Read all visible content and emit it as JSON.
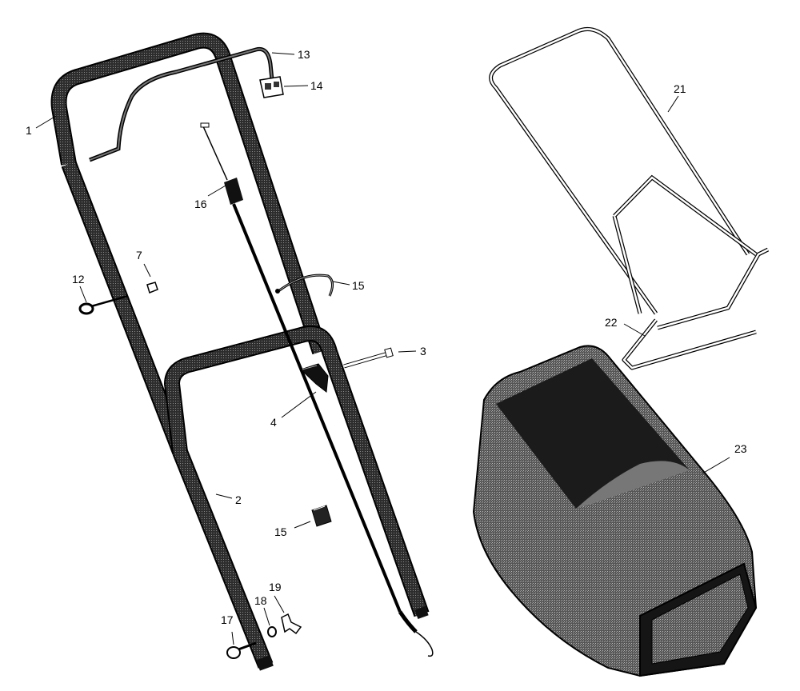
{
  "callouts": {
    "c1": "1",
    "c2": "2",
    "c3": "3",
    "c4": "4",
    "c7": "7",
    "c12": "12",
    "c13": "13",
    "c14": "14",
    "c15a": "15",
    "c15b": "15",
    "c16": "16",
    "c17": "17",
    "c18": "18",
    "c19": "19",
    "c21": "21",
    "c22": "22",
    "c23": "23"
  },
  "colors": {
    "tube_fill": "#3a3a3a",
    "tube_outline": "#000000",
    "bag_fill": "#6b6b6b",
    "bag_dark": "#222222",
    "wire": "#000000",
    "background": "#ffffff"
  }
}
